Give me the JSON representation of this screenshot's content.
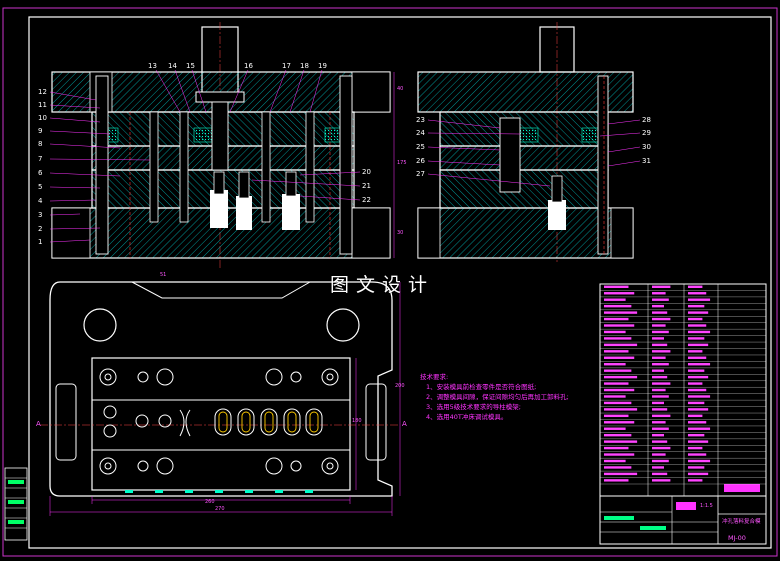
{
  "watermark": "图文设计",
  "technical_notes": {
    "heading": "技术要求:",
    "items": [
      "1、安装模具前检查零件是否符合图纸;",
      "2、调整模具间隙，保证间隙均匀后再加工卸料孔;",
      "3、选用5级技术要求的导柱模架;",
      "4、选用40T冲床调试模具。"
    ]
  },
  "front_view_callouts": [
    "12",
    "11",
    "10",
    "9",
    "8",
    "7",
    "6",
    "5",
    "4",
    "3",
    "2",
    "1",
    "13",
    "14",
    "15",
    "16",
    "17",
    "18",
    "19",
    "20",
    "21",
    "22"
  ],
  "side_view_callouts": [
    "23",
    "24",
    "25",
    "26",
    "27",
    "28",
    "29",
    "30",
    "31"
  ],
  "dimensions": {
    "strip_width": "51",
    "plate_width_inner": "260",
    "plate_width_outer": "270",
    "front_height_top": "40",
    "front_height_mid": "175",
    "front_height_bottom": "30",
    "plan_height": "200",
    "plan_height_inner": "180"
  },
  "section_marks": [
    "A",
    "A"
  ],
  "title_block": {
    "part_name": "冲孔落料复合模",
    "drawing_no": "MJ-00",
    "scale": "1:1.5"
  },
  "colors": {
    "background": "#000000",
    "frame": "#ffffff",
    "outline": "#ffffff",
    "hatch": "#00ffff",
    "hidden": "#ff0000",
    "dimension": "#ff33ff",
    "leader": "#ff33ff",
    "accent": "#00ff88",
    "center": "#ff4444"
  }
}
